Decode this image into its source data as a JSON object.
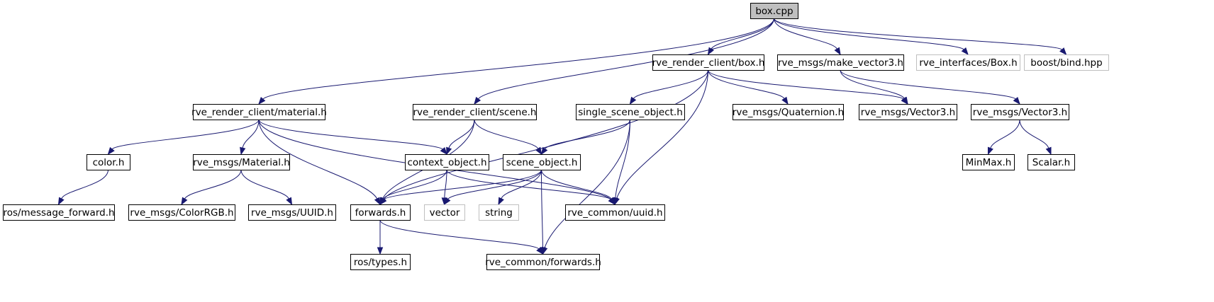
{
  "graph": {
    "nodes": [
      {
        "id": "box_cpp",
        "label": "box.cpp",
        "style": "root"
      },
      {
        "id": "rrc_box",
        "label": "rve_render_client/box.h"
      },
      {
        "id": "make_vec3",
        "label": "rve_msgs/make_vector3.h"
      },
      {
        "id": "iface_box",
        "label": "rve_interfaces/Box.h",
        "style": "external"
      },
      {
        "id": "boost_bind",
        "label": "boost/bind.hpp",
        "style": "external"
      },
      {
        "id": "material",
        "label": "rve_render_client/material.h"
      },
      {
        "id": "scene",
        "label": "rve_render_client/scene.h"
      },
      {
        "id": "sso",
        "label": "single_scene_object.h"
      },
      {
        "id": "quat",
        "label": "rve_msgs/Quaternion.h"
      },
      {
        "id": "vec3_a",
        "label": "rve_msgs/Vector3.h"
      },
      {
        "id": "vec3_b",
        "label": "rve_msgs/Vector3.h"
      },
      {
        "id": "color",
        "label": "color.h"
      },
      {
        "id": "msgmat",
        "label": "rve_msgs/Material.h"
      },
      {
        "id": "ctxobj",
        "label": "context_object.h"
      },
      {
        "id": "sceneobj",
        "label": "scene_object.h"
      },
      {
        "id": "minmax",
        "label": "MinMax.h"
      },
      {
        "id": "scalar",
        "label": "Scalar.h"
      },
      {
        "id": "msgfwd",
        "label": "ros/message_forward.h"
      },
      {
        "id": "colorrgb",
        "label": "rve_msgs/ColorRGB.h"
      },
      {
        "id": "uuidmsg",
        "label": "rve_msgs/UUID.h"
      },
      {
        "id": "forwards",
        "label": "forwards.h"
      },
      {
        "id": "vector",
        "label": "vector",
        "style": "external"
      },
      {
        "id": "string",
        "label": "string",
        "style": "external"
      },
      {
        "id": "uuid",
        "label": "rve_common/uuid.h"
      },
      {
        "id": "rostypes",
        "label": "ros/types.h"
      },
      {
        "id": "cfwd",
        "label": "rve_common/forwards.h"
      }
    ],
    "edges": [
      [
        "box_cpp",
        "rrc_box"
      ],
      [
        "box_cpp",
        "make_vec3"
      ],
      [
        "box_cpp",
        "iface_box"
      ],
      [
        "box_cpp",
        "boost_bind"
      ],
      [
        "box_cpp",
        "material"
      ],
      [
        "box_cpp",
        "scene"
      ],
      [
        "rrc_box",
        "sso"
      ],
      [
        "rrc_box",
        "quat"
      ],
      [
        "rrc_box",
        "vec3_a"
      ],
      [
        "rrc_box",
        "forwards"
      ],
      [
        "rrc_box",
        "uuid"
      ],
      [
        "make_vec3",
        "vec3_a"
      ],
      [
        "make_vec3",
        "vec3_b"
      ],
      [
        "vec3_b",
        "minmax"
      ],
      [
        "vec3_b",
        "scalar"
      ],
      [
        "material",
        "color"
      ],
      [
        "material",
        "msgmat"
      ],
      [
        "material",
        "ctxobj"
      ],
      [
        "material",
        "forwards"
      ],
      [
        "material",
        "uuid"
      ],
      [
        "scene",
        "ctxobj"
      ],
      [
        "scene",
        "sceneobj"
      ],
      [
        "scene",
        "forwards"
      ],
      [
        "sso",
        "sceneobj"
      ],
      [
        "sso",
        "uuid"
      ],
      [
        "sso",
        "cfwd"
      ],
      [
        "color",
        "msgfwd"
      ],
      [
        "msgmat",
        "colorrgb"
      ],
      [
        "msgmat",
        "uuidmsg"
      ],
      [
        "ctxobj",
        "forwards"
      ],
      [
        "ctxobj",
        "vector"
      ],
      [
        "ctxobj",
        "uuid"
      ],
      [
        "sceneobj",
        "forwards"
      ],
      [
        "sceneobj",
        "vector"
      ],
      [
        "sceneobj",
        "string"
      ],
      [
        "sceneobj",
        "uuid"
      ],
      [
        "sceneobj",
        "cfwd"
      ],
      [
        "forwards",
        "rostypes"
      ],
      [
        "forwards",
        "cfwd"
      ]
    ]
  }
}
